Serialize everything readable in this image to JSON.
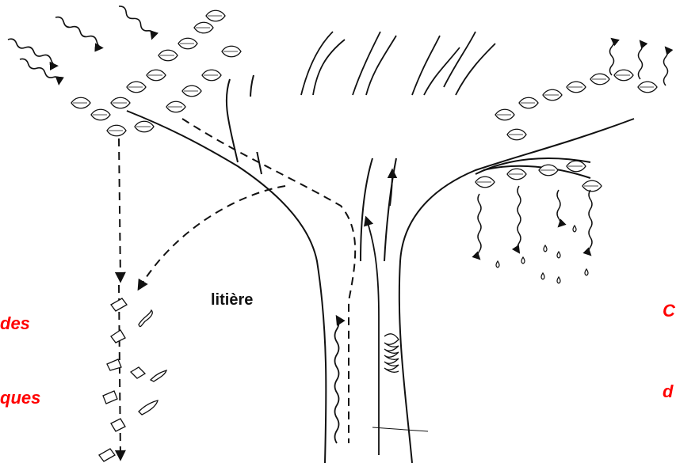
{
  "labels": {
    "left_line1": "des",
    "left_line2": "ques",
    "center": "litière",
    "right_line1": "C",
    "right_line2": "d"
  },
  "colors": {
    "line": "#111111",
    "label_red": "#ff0000",
    "background": "#ffffff"
  },
  "icons": [
    "sun-ray-icon",
    "leaf-icon",
    "raindrop-icon",
    "vapor-arrow-icon",
    "lichen-icon"
  ]
}
